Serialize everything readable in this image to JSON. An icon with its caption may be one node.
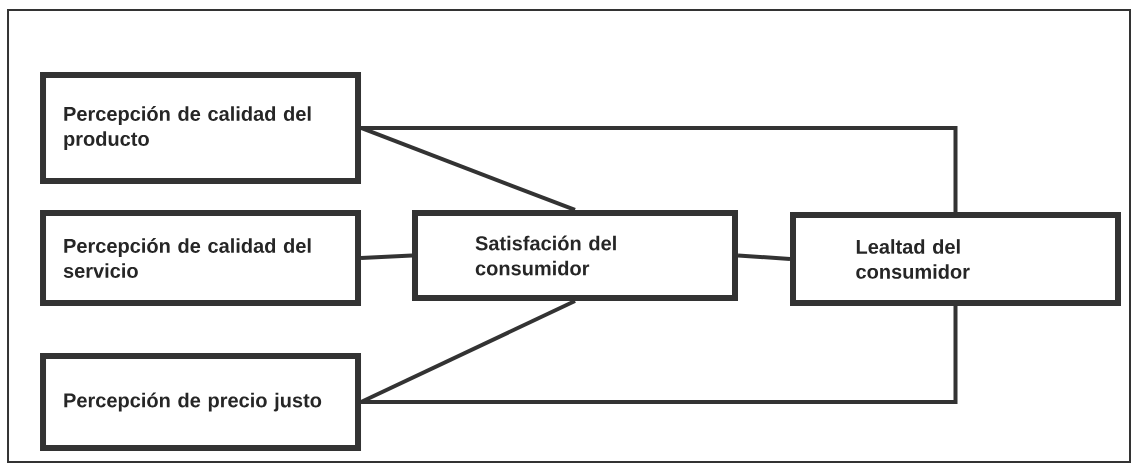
{
  "diagram": {
    "nodes": [
      {
        "text": [
          "Percepción de calidad del producto"
        ]
      },
      {
        "text": [
          "Percepción de calidad del servicio"
        ]
      },
      {
        "text": [
          "Percepción de precio justo"
        ]
      },
      {
        "text": [
          "Satisfación del consumidor"
        ]
      },
      {
        "text": [
          "Lealtad del consumidor"
        ]
      }
    ],
    "edges": [
      {
        "from": 0,
        "to": 3,
        "arrow": "none"
      },
      {
        "from": 0,
        "to": 4,
        "arrow": "none"
      },
      {
        "from": 1,
        "to": 3,
        "arrow": "none"
      },
      {
        "from": 3,
        "to": 4,
        "arrow": "none"
      },
      {
        "from": 2,
        "to": 3,
        "arrow": "none"
      },
      {
        "from": 2,
        "to": 4,
        "arrow": "none"
      }
    ]
  }
}
